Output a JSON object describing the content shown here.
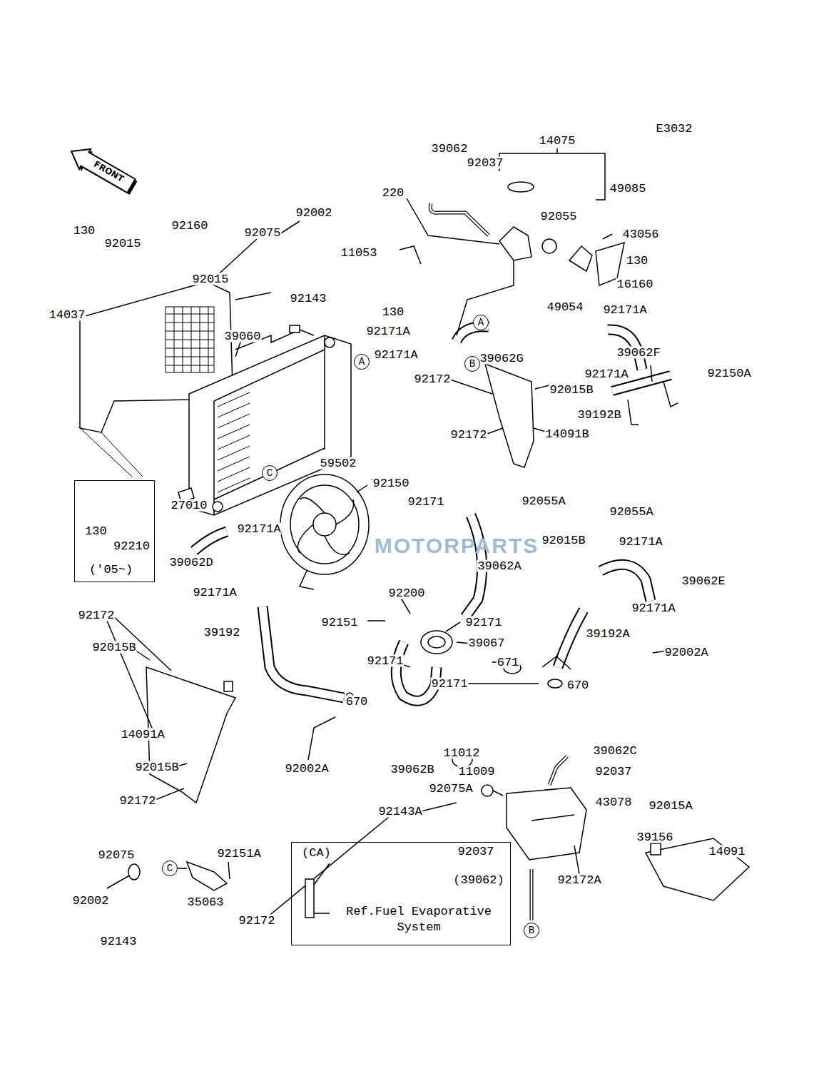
{
  "diagram": {
    "nodes": [
      {
        "text": [
          "FRONT"
        ]
      },
      {
        "text": [
          "A"
        ]
      },
      {
        "text": [
          "A"
        ]
      },
      {
        "text": [
          "B"
        ]
      },
      {
        "text": [
          "C"
        ]
      },
      {
        "text": [
          "130",
          "92210",
          "('05~)"
        ]
      },
      {
        "text": [
          "C"
        ]
      },
      {
        "text": [
          "(CA)",
          "Ref.Fuel Evaporative System"
        ]
      },
      {
        "text": [
          "B"
        ]
      }
    ],
    "labels": [
      "E3032",
      "39062",
      "14075",
      "92037",
      "49085",
      "220",
      "92002",
      "92055",
      "92160",
      "130",
      "92075",
      "43056",
      "92015",
      "11053",
      "130",
      "92015",
      "16160",
      "92143",
      "49054",
      "92171A",
      "130",
      "14037",
      "92171A",
      "39060",
      "39062F",
      "92171A",
      "39062G",
      "92171A",
      "92150A",
      "92172",
      "92015B",
      "39192B",
      "14091B",
      "92172",
      "59502",
      "92150",
      "92171",
      "92055A",
      "27010",
      "92055A",
      "92171A",
      "92015B",
      "92171A",
      "39062D",
      "39062A",
      "39062E",
      "92171A",
      "92200",
      "92171A",
      "92172",
      "92151",
      "92171",
      "39192",
      "39192A",
      "39067",
      "92015B",
      "92002A",
      "92171",
      "671",
      "92171",
      "670",
      "670",
      "14091A",
      "39062C",
      "11012",
      "92002A",
      "92015B",
      "39062B",
      "11009",
      "92037",
      "92075A",
      "92172",
      "43078",
      "92015A",
      "92143A",
      "39156",
      "14091",
      "92037",
      "92151A",
      "92075",
      "(39062)",
      "92172A",
      "92002",
      "35063",
      "92172",
      "92143",
      "MOTORPARTS"
    ]
  }
}
